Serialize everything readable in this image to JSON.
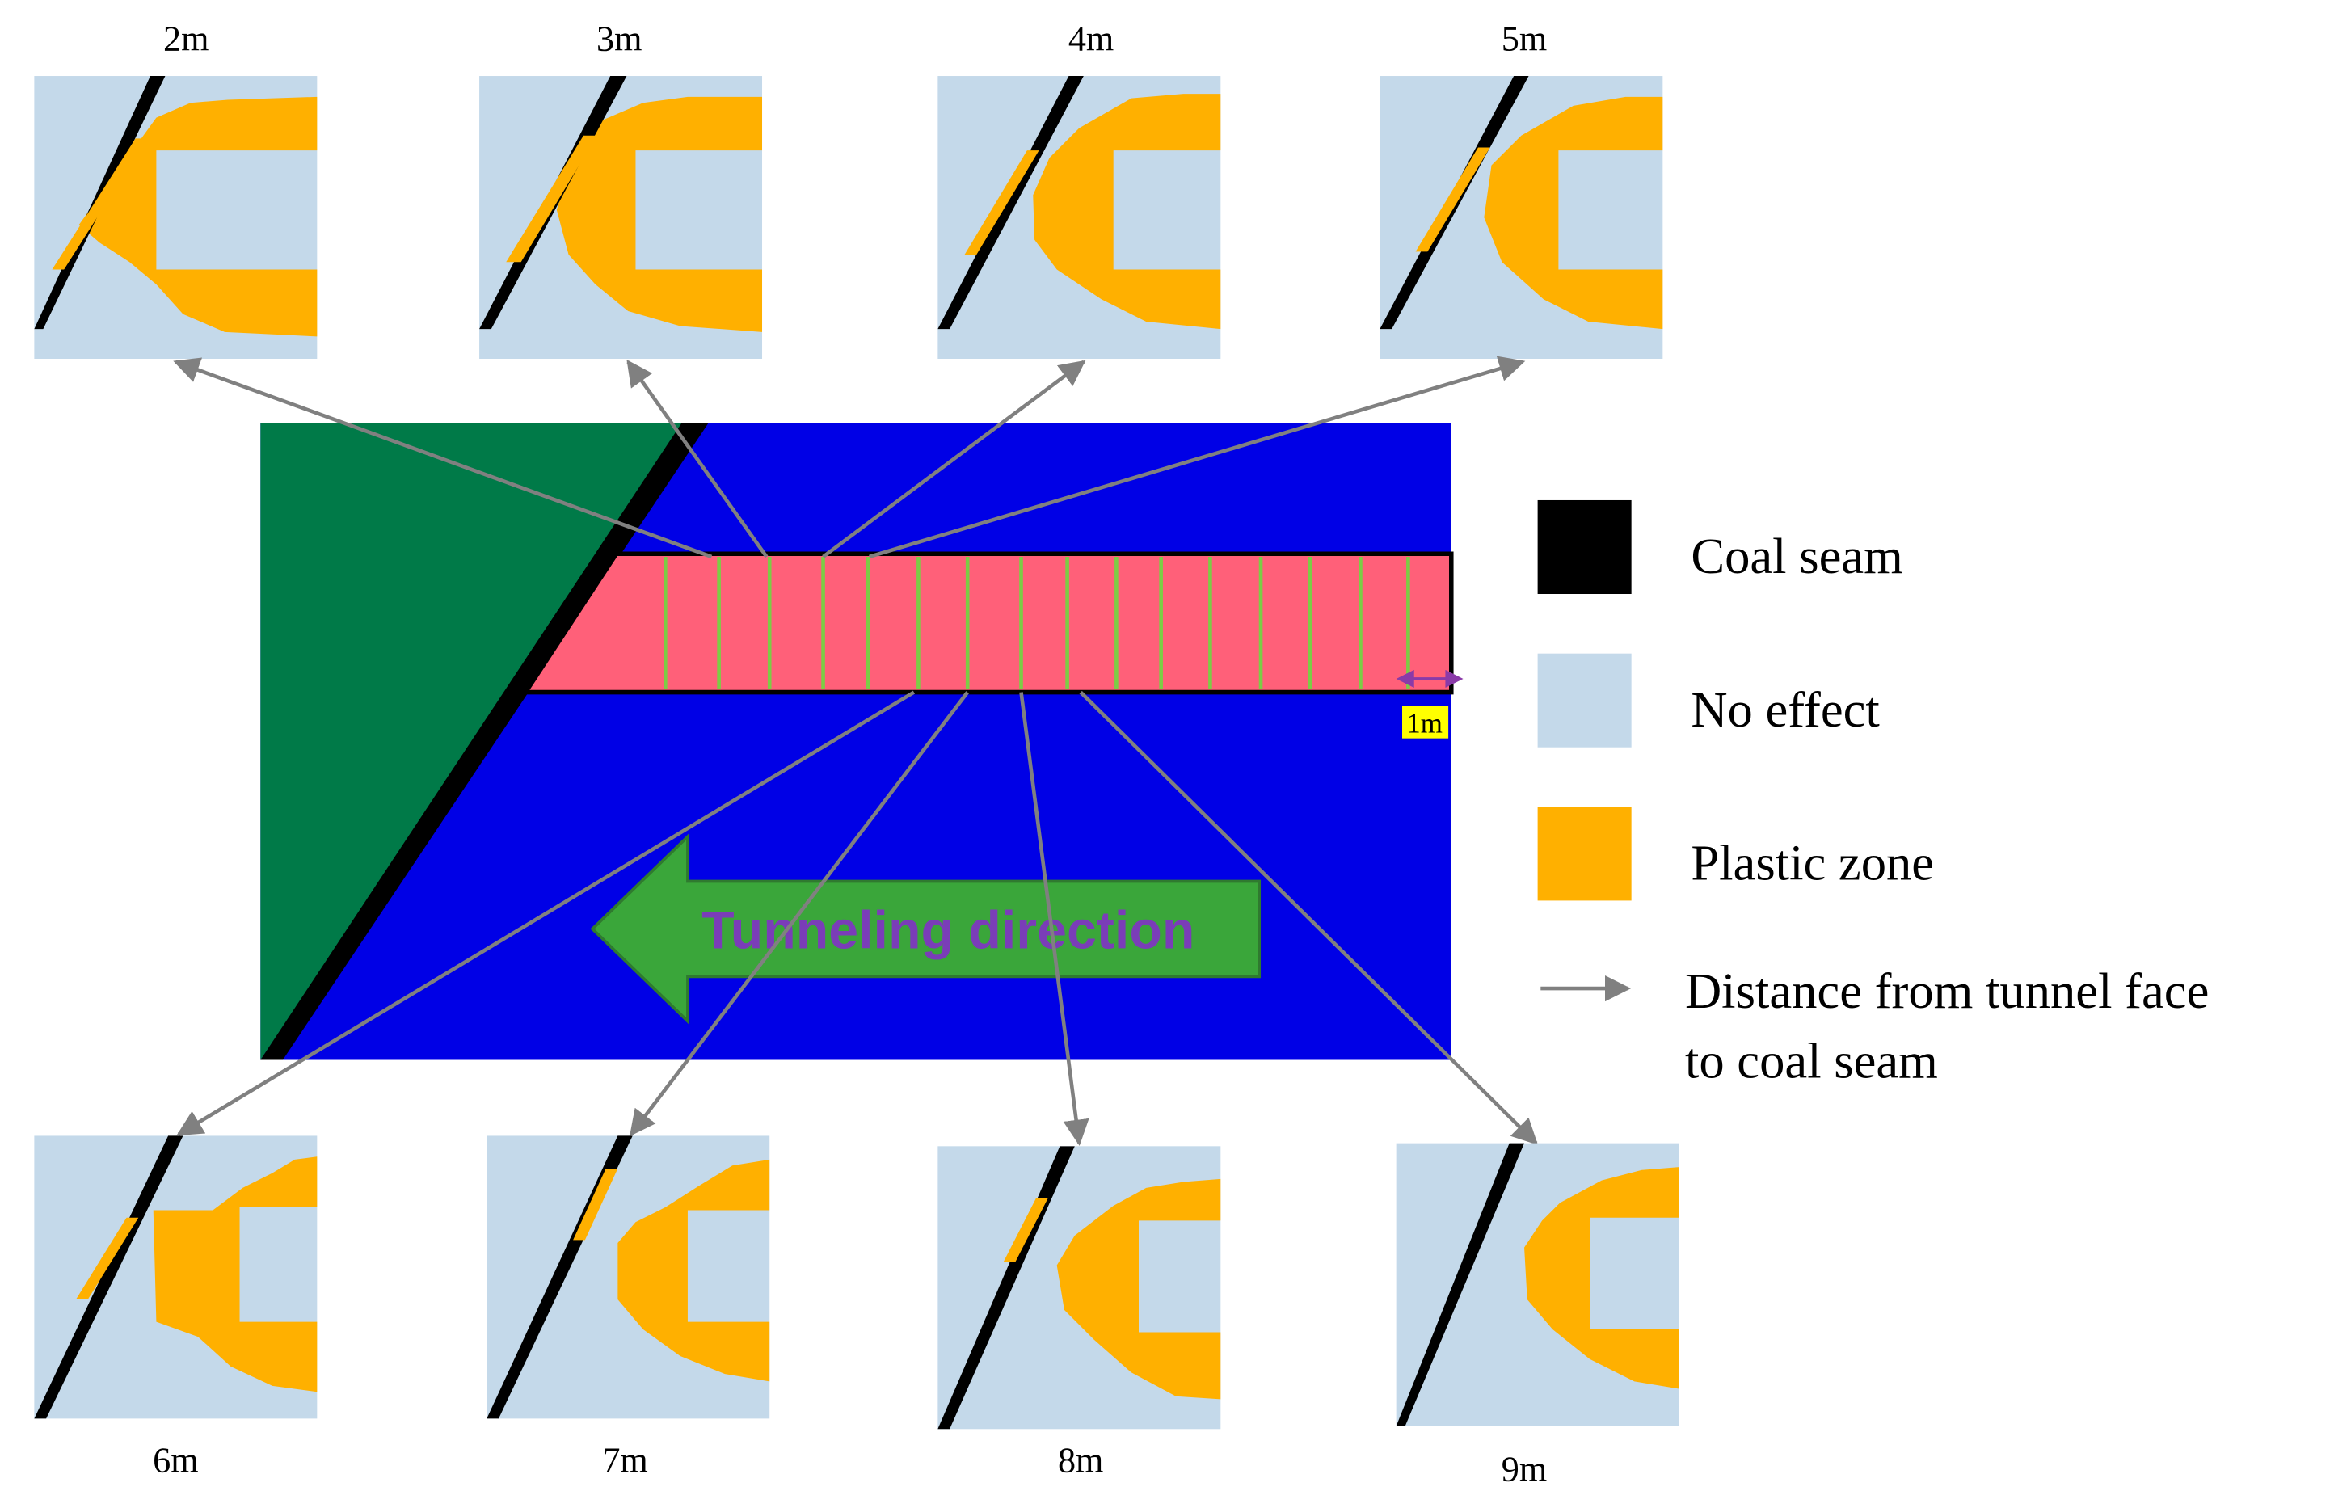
{
  "colors": {
    "coal": "#000000",
    "no_effect": "#c4d9ea",
    "plastic": "#ffb000",
    "rock": "#0000e6",
    "green_zone": "#007a48",
    "tunnel": "#ff6079",
    "segment_line": "#7ccd45",
    "arrow_gray": "#808080",
    "direction_arrow": "#3aa63a",
    "direction_text": "#7a3db8",
    "scale_bar": "#8a3aa8",
    "scale_label_bg": "#ffff00"
  },
  "panels": {
    "top": [
      {
        "label": "2m",
        "distance_m": 2
      },
      {
        "label": "3m",
        "distance_m": 3
      },
      {
        "label": "4m",
        "distance_m": 4
      },
      {
        "label": "5m",
        "distance_m": 5
      }
    ],
    "bottom": [
      {
        "label": "6m",
        "distance_m": 6
      },
      {
        "label": "7m",
        "distance_m": 7
      },
      {
        "label": "8m",
        "distance_m": 8
      },
      {
        "label": "9m",
        "distance_m": 9
      }
    ]
  },
  "main": {
    "direction_label": "Tunneling direction",
    "scale_label": "1m"
  },
  "legend": {
    "items": [
      {
        "icon": "coal-seam-swatch",
        "label": "Coal seam"
      },
      {
        "icon": "no-effect-swatch",
        "label": "No effect"
      },
      {
        "icon": "plastic-zone-swatch",
        "label": "Plastic zone"
      }
    ],
    "arrow_label_line1": "Distance from tunnel face",
    "arrow_label_line2": "to coal seam"
  }
}
